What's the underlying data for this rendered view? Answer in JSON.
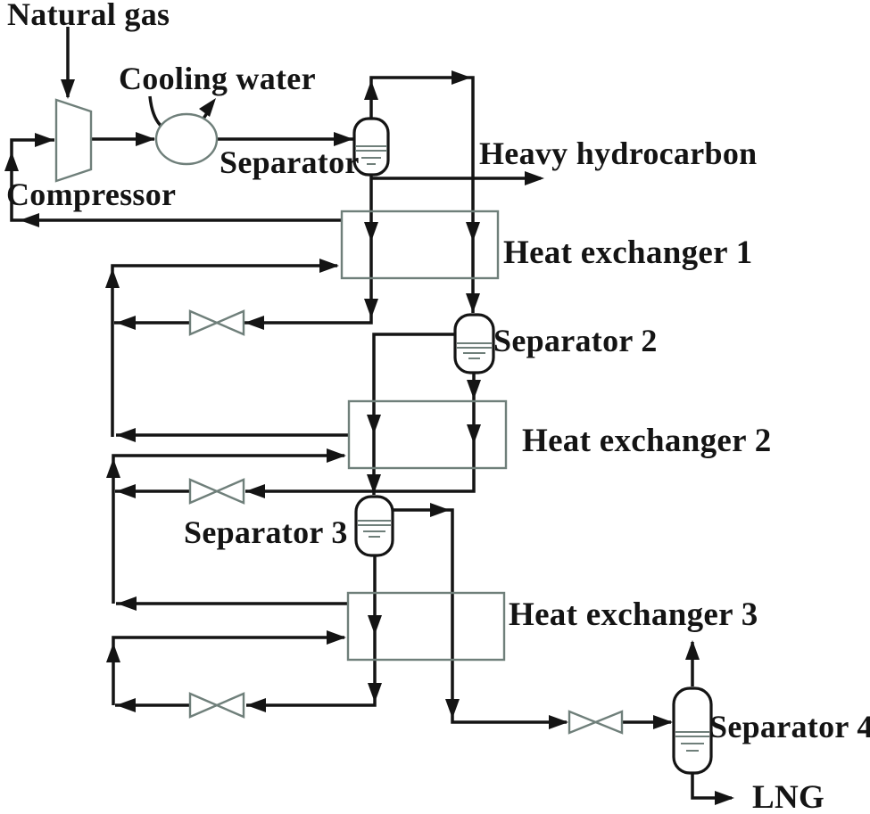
{
  "figure": {
    "labels": {
      "natural_gas": "Natural gas",
      "cooling_water": "Cooling water",
      "compressor": "Compressor",
      "separator_1": "Separator",
      "heavy_hydrocarbon": "Heavy hydrocarbon",
      "heat_exchanger_1": "Heat exchanger 1",
      "separator_2": "Separator 2",
      "heat_exchanger_2": "Heat exchanger 2",
      "separator_3": "Separator 3",
      "heat_exchanger_3": "Heat exchanger 3",
      "separator_4": "Separator 4",
      "lng": "LNG"
    },
    "colors": {
      "stream_line": "#141414",
      "equipment_outline": "#6f7f7a",
      "text": "#141414",
      "background": "#ffffff"
    }
  }
}
